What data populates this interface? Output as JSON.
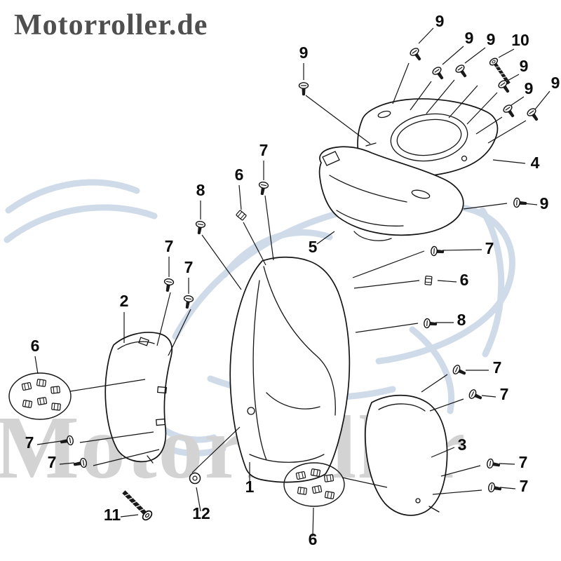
{
  "brand": "Motorroller.de",
  "watermark_text": "Motorroller",
  "colors": {
    "watermark_blue": "#cfdbe9",
    "watermark_gray": "#d3d3d3",
    "line_color": "#141414"
  },
  "diagram": {
    "callouts": [
      {
        "label": "9"
      },
      {
        "label": "9"
      },
      {
        "label": "9"
      },
      {
        "label": "9"
      },
      {
        "label": "10"
      },
      {
        "label": "9"
      },
      {
        "label": "9"
      },
      {
        "label": "9"
      },
      {
        "label": "4"
      },
      {
        "label": "9"
      },
      {
        "label": "7"
      },
      {
        "label": "6"
      },
      {
        "label": "8"
      },
      {
        "label": "5"
      },
      {
        "label": "7"
      },
      {
        "label": "6"
      },
      {
        "label": "8"
      },
      {
        "label": "2"
      },
      {
        "label": "7"
      },
      {
        "label": "7"
      },
      {
        "label": "6"
      },
      {
        "label": "7"
      },
      {
        "label": "7"
      },
      {
        "label": "1"
      },
      {
        "label": "12"
      },
      {
        "label": "11"
      },
      {
        "label": "3"
      },
      {
        "label": "7"
      },
      {
        "label": "7"
      },
      {
        "label": "7"
      },
      {
        "label": "7"
      },
      {
        "label": "6"
      }
    ]
  }
}
